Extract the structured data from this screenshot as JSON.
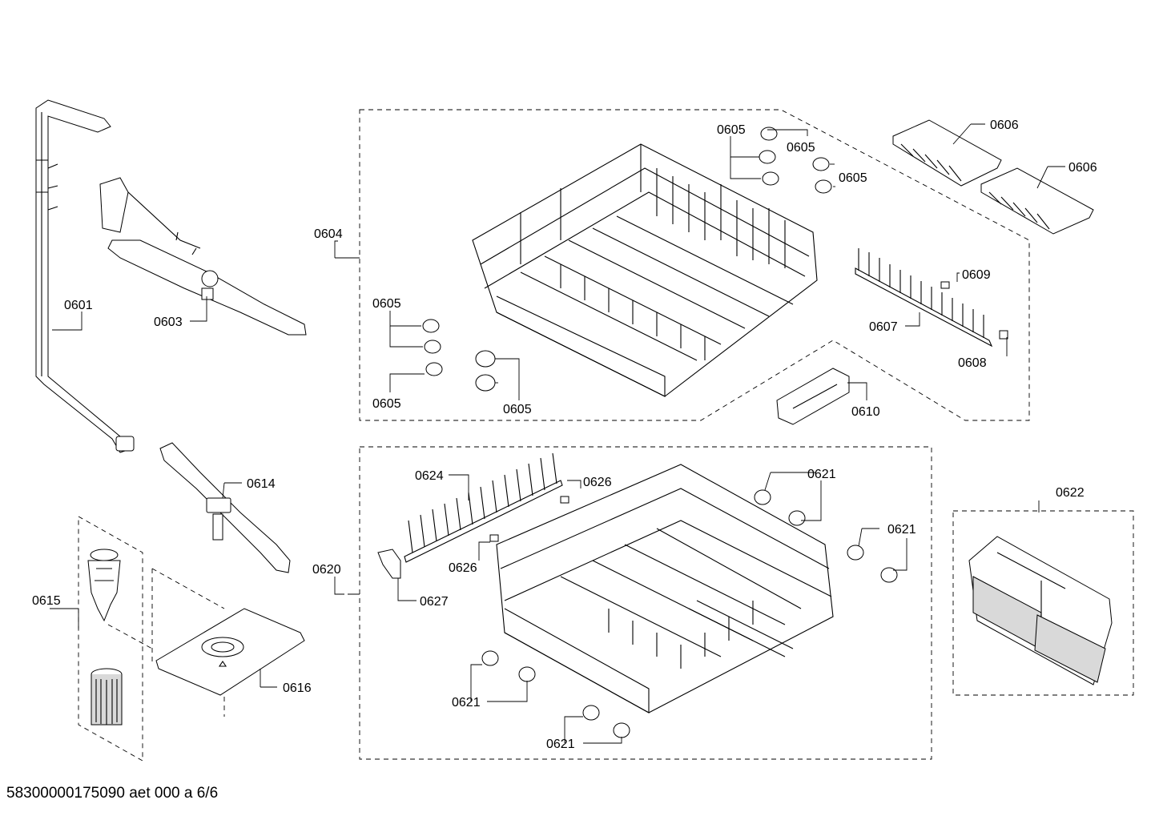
{
  "labels": {
    "p0601": "0601",
    "p0603": "0603",
    "p0604": "0604",
    "p0605": "0605",
    "p0606": "0606",
    "p0607": "0607",
    "p0608": "0608",
    "p0609": "0609",
    "p0610": "0610",
    "p0614": "0614",
    "p0615": "0615",
    "p0616": "0616",
    "p0620": "0620",
    "p0621": "0621",
    "p0622": "0622",
    "p0624": "0624",
    "p0626": "0626",
    "p0627": "0627"
  },
  "footer": "58300000175090 aet 000 a 6/6"
}
